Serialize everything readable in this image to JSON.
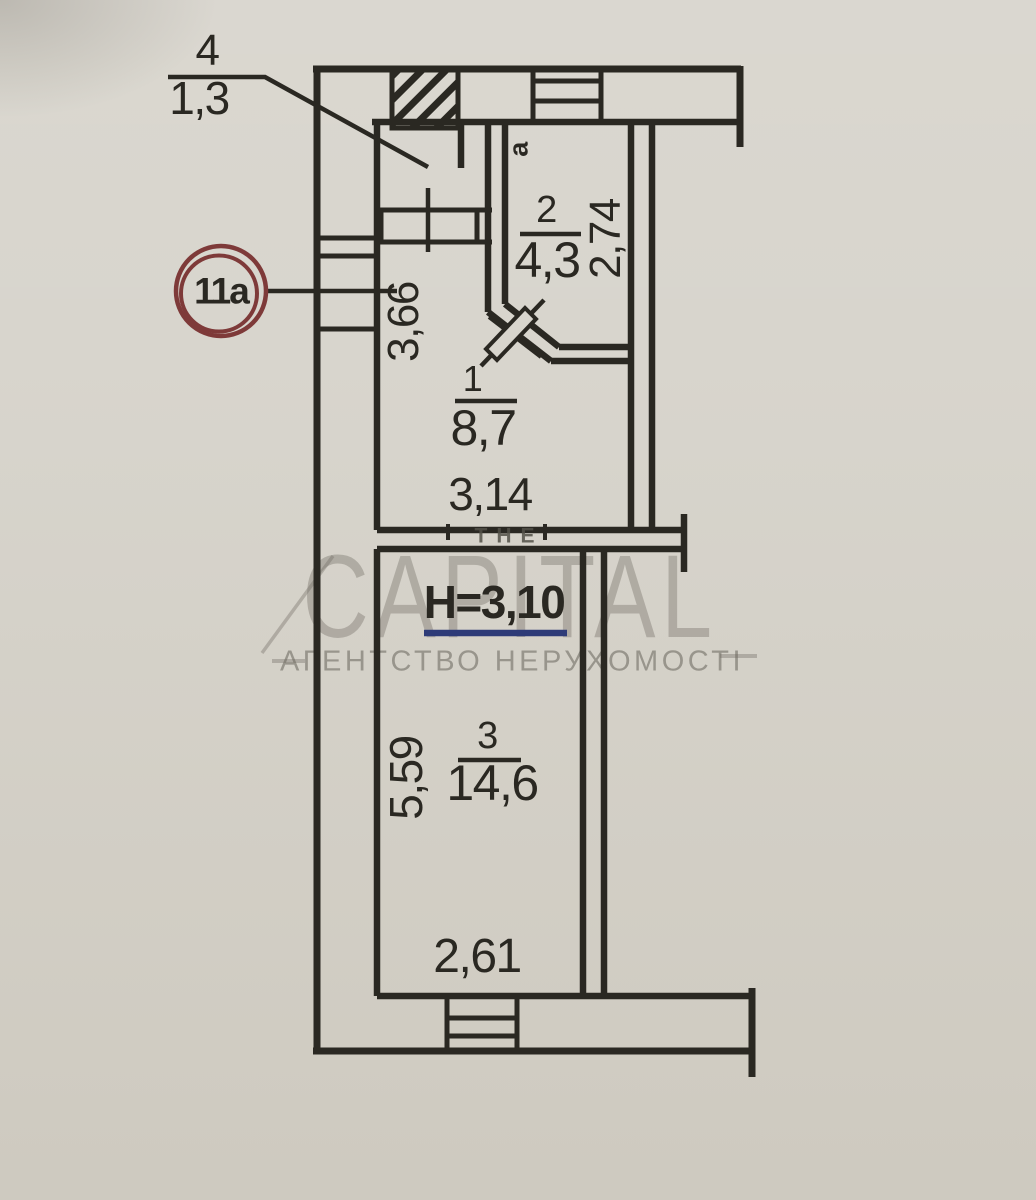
{
  "colors": {
    "paper": "#d8d5cd",
    "ink": "#2a2822",
    "badge": "#7e3a39",
    "underline": "#2e3b78",
    "wm": "rgba(112,109,100,0.38)",
    "wmtag": "rgba(112,109,100,0.60)",
    "wmdark": "rgba(82,80,72,0.85)"
  },
  "plan": {
    "unit_badge": "11а",
    "ceiling_height": "Н=3,10",
    "room1": {
      "number": "1",
      "area": "8,7",
      "width_dim": "3,14",
      "depth_dim": "3,66"
    },
    "room2": {
      "number": "2",
      "area": "4,3",
      "depth_dim": "2,74",
      "marker": "а"
    },
    "room3": {
      "number": "3",
      "area": "14,6",
      "width_dim": "2,61",
      "depth_dim": "5,59"
    },
    "room4": {
      "number": "4",
      "area": "1,3"
    }
  },
  "watermark": {
    "prefix": "ТНЕ",
    "brand": "CAPITAL",
    "tagline": "АГЕНТСТВО НЕРУХОМОСТІ"
  }
}
